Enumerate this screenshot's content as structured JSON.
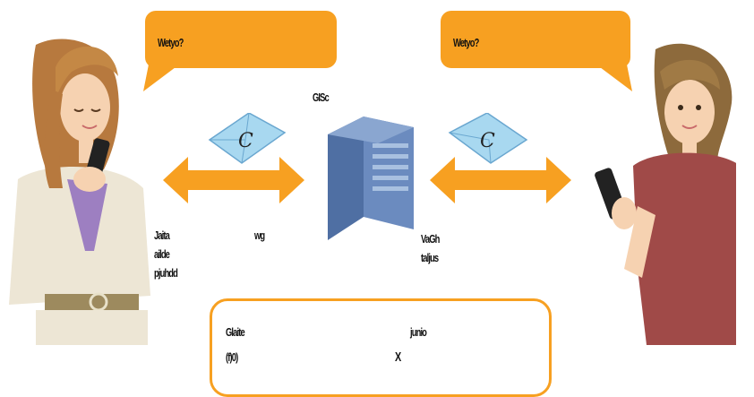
{
  "colors": {
    "accent": "#f7a021",
    "server": "#6b8bbf",
    "envelope": "#a8d8f0"
  },
  "bubbles": {
    "left": "Wetyo?",
    "right": "Wetyo?"
  },
  "server_label": "GISc",
  "left_lines": [
    "Jaita",
    "ailde",
    "pjuhdd"
  ],
  "middle_label": "wg",
  "right_lines": [
    "VaGh",
    "taljus"
  ],
  "box": {
    "left_lines": [
      "Glaite",
      "(f)0)"
    ],
    "right_top": "junio",
    "right_bottom": "X"
  },
  "icons": {
    "envelopes": [
      "envelope-icon",
      "envelope-icon"
    ],
    "server": "server-icon",
    "arrows": [
      "double-arrow-icon",
      "double-arrow-icon"
    ]
  }
}
